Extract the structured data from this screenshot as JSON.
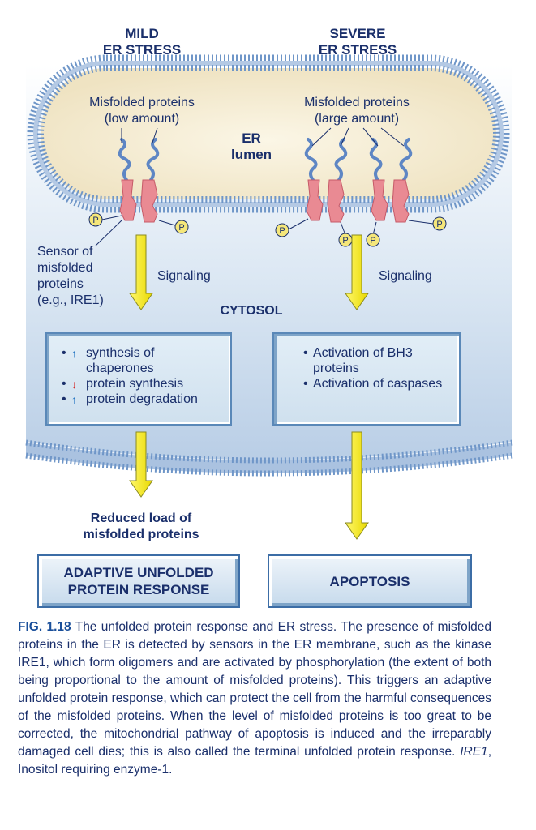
{
  "headers": {
    "mild_line1": "MILD",
    "mild_line2": "ER STRESS",
    "severe_line1": "SEVERE",
    "severe_line2": "ER STRESS"
  },
  "er": {
    "lumen_line1": "ER",
    "lumen_line2": "lumen",
    "left_proteins_line1": "Misfolded proteins",
    "left_proteins_line2": "(low amount)",
    "right_proteins_line1": "Misfolded proteins",
    "right_proteins_line2": "(large amount)",
    "phospho_label": "P"
  },
  "sensor": {
    "line1": "Sensor of",
    "line2": "misfolded",
    "line3": "proteins",
    "line4": "(e.g., IRE1)"
  },
  "signaling_left": "Signaling",
  "signaling_right": "Signaling",
  "cytosol": "CYTOSOL",
  "left_box": {
    "items": [
      {
        "bullet": "•",
        "arrow": "↑",
        "arrow_dir": "up",
        "text": "synthesis of chaperones"
      },
      {
        "bullet": "•",
        "arrow": "↓",
        "arrow_dir": "down",
        "text": "protein synthesis"
      },
      {
        "bullet": "•",
        "arrow": "↑",
        "arrow_dir": "up",
        "text": "protein degradation"
      }
    ]
  },
  "right_box": {
    "items": [
      {
        "bullet": "•",
        "text": "Activation of BH3 proteins"
      },
      {
        "bullet": "•",
        "text": "Activation of caspases"
      }
    ]
  },
  "reduced_load": {
    "line1": "Reduced load of",
    "line2": "misfolded proteins"
  },
  "outcome_left": {
    "line1": "ADAPTIVE UNFOLDED",
    "line2": "PROTEIN RESPONSE"
  },
  "outcome_right": "APOPTOSIS",
  "caption": {
    "fig_label": "FIG. 1.18",
    "text_part1": " The unfolded protein response and ER stress. The presence of misfolded proteins in the ER is detected by sensors in the ER membrane, such as the kinase IRE1, which form oligomers and are activated by phosphorylation (the extent of both being proportional to the amount of misfolded proteins). This triggers an adaptive unfolded protein response, which can protect the cell from the harmful consequences of the misfolded proteins. When the level of misfolded proteins is too great to be corrected, the mitochondrial pathway of apoptosis is induced and the irreparably damaged cell dies; this is also called the terminal unfolded protein response. ",
    "abbrev": "IRE1",
    "text_part2": ", Inositol requiring enzyme-1."
  },
  "colors": {
    "navy_text": "#1a2f6b",
    "membrane_head": "#6f96c8",
    "sensor_pink": "#e98a93",
    "protein_blue": "#5e86c4",
    "arrow_yellow": "#f6ef1f",
    "phospho_yellow": "#f5e77a",
    "cytosol_blue": "#c3d6ea",
    "lumen_cream": "#f4ecd2"
  }
}
